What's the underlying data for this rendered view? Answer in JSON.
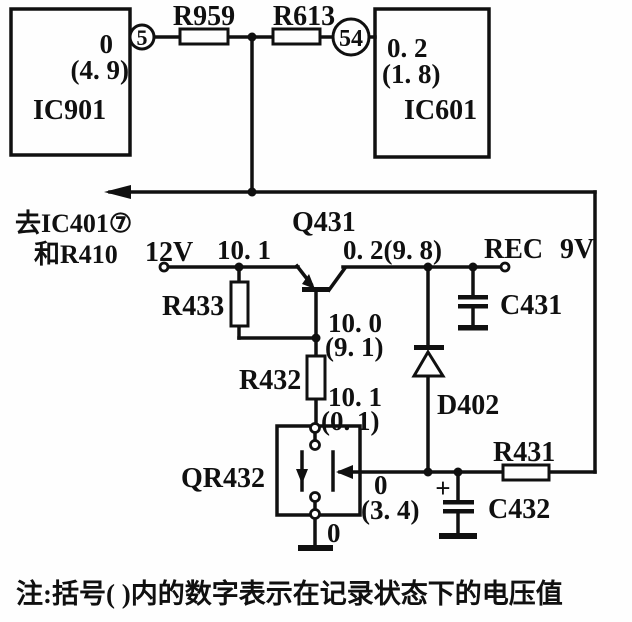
{
  "colors": {
    "ink": "#101010",
    "paper": "#fefefe"
  },
  "ics": {
    "ic901": {
      "name": "IC901",
      "pin": "5",
      "v_play": "0",
      "v_rec": "(4. 9)"
    },
    "ic601": {
      "name": "IC601",
      "pin": "54",
      "v_play": "0. 2",
      "v_rec": "(1. 8)"
    }
  },
  "resistors": {
    "r959": "R959",
    "r613": "R613",
    "r433": "R433",
    "r432": "R432",
    "r431": "R431"
  },
  "transistors": {
    "q431": "Q431",
    "qr432": "QR432"
  },
  "diodes": {
    "d402": "D402"
  },
  "capacitors": {
    "c431": "C431",
    "c432": "C432",
    "c432_polarity": "+"
  },
  "nodes": {
    "supply": "12V",
    "emitter_v": "10. 1",
    "output_v": "0. 2(9. 8)",
    "rec_label": "REC",
    "rec_voltage": "9V",
    "base_v": "10. 0",
    "base_v_rec": "(9. 1)",
    "r432_bottom_v": "10. 1",
    "r432_bottom_v_rec": "(0. 1)",
    "qr432_right_v": "0",
    "qr432_right_v_rec": "(3. 4)",
    "qr432_bottom_v": "0"
  },
  "annotations": {
    "dest_line1": "去IC401⑦",
    "dest_line2": "和R410",
    "note": "注:括号( )内的数字表示在记录状态下的电压值"
  }
}
